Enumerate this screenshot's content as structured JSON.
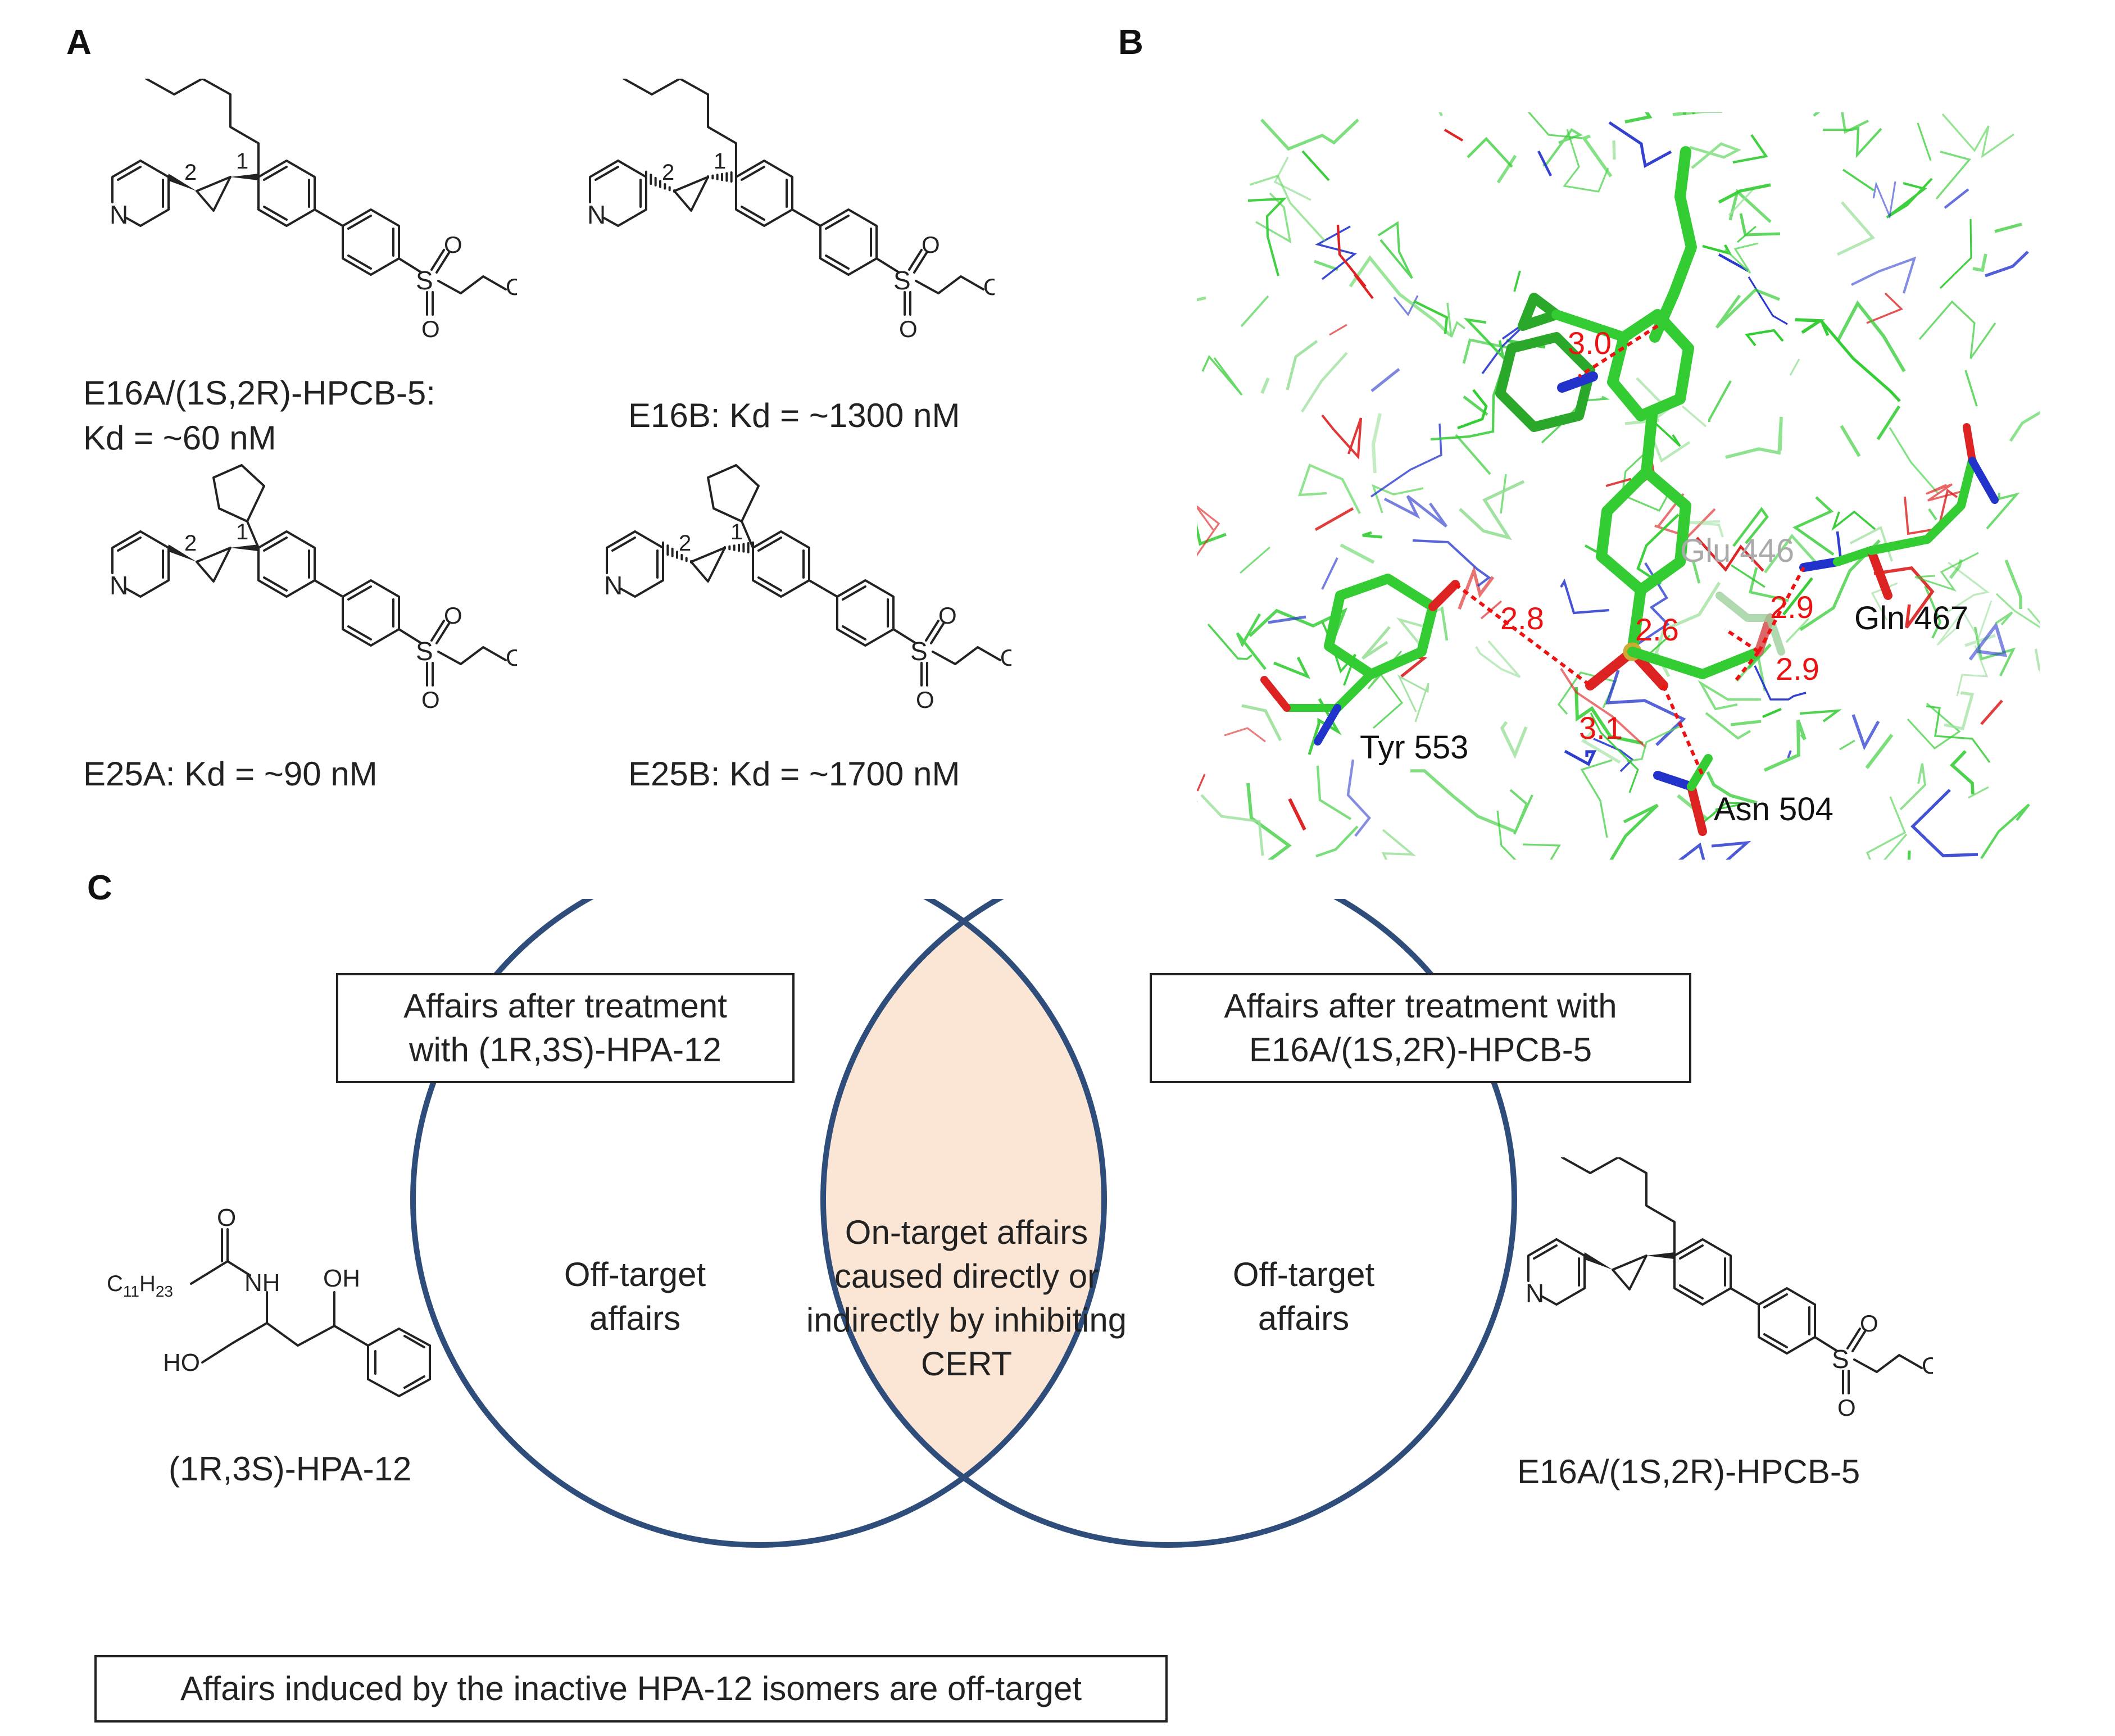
{
  "panels": {
    "a": "A",
    "b": "B",
    "c": "C"
  },
  "panel_a": {
    "compounds": [
      {
        "id": "e16a",
        "caption_line1": "E16A/(1S,2R)-HPCB-5:",
        "caption_line2": "Kd = ~60 nM",
        "substituent": "pentyl",
        "stereo": "wedge"
      },
      {
        "id": "e16b",
        "caption_line1": "E16B: Kd = ~1300 nM",
        "substituent": "pentyl",
        "stereo": "hash"
      },
      {
        "id": "e25a",
        "caption_line1": "E25A: Kd = ~90 nM",
        "substituent": "cyclopentyl",
        "stereo": "wedge"
      },
      {
        "id": "e25b",
        "caption_line1": "E25B: Kd = ~1700 nM",
        "substituent": "cyclopentyl",
        "stereo": "hash"
      }
    ],
    "atom_labels": {
      "n": "N",
      "s": "S",
      "o": "O",
      "oh": "OH",
      "c1": "1",
      "c2": "2"
    }
  },
  "panel_b": {
    "residues": {
      "glu": "Glu 446",
      "gln": "Gln 467",
      "tyr": "Tyr 553",
      "asn": "Asn 504"
    },
    "distances": {
      "d1": "3.0",
      "d2": "2.8",
      "d3": "2.6",
      "d4": "2.9",
      "d5": "2.9",
      "d6": "3.1"
    },
    "colors": {
      "carbon": "#33cc33",
      "nitrogen": "#2233cc",
      "oxygen": "#dd2222",
      "sulfur": "#ccaa33",
      "hbond": "#ee1111",
      "glu_label": "#aaaaaa"
    }
  },
  "panel_c": {
    "box_left_line1": "Affairs after treatment",
    "box_left_line2": "with (1R,3S)-HPA-12",
    "box_right_line1": "Affairs after treatment with",
    "box_right_line2": "E16A/(1S,2R)-HPCB-5",
    "left_only_line1": "Off-target",
    "left_only_line2": "affairs",
    "right_only_line1": "Off-target",
    "right_only_line2": "affairs",
    "overlap_line1": "On-target affairs",
    "overlap_line2": "caused directly or",
    "overlap_line3": "indirectly by inhibiting",
    "overlap_line4": "CERT",
    "bottom_box": "Affairs induced by the inactive HPA-12 isomers are off-target",
    "hpa_caption": "(1R,3S)-HPA-12",
    "hpcb_caption": "E16A/(1S,2R)-HPCB-5",
    "hpa_labels": {
      "o": "O",
      "nh": "NH",
      "oh": "OH",
      "ho": "HO",
      "chain": "C",
      "chain_sub1": "11",
      "chain_h": "H",
      "chain_sub2": "23"
    },
    "colors": {
      "circle": "#2e4d7a",
      "overlap_fill": "#fbe6d5"
    }
  }
}
